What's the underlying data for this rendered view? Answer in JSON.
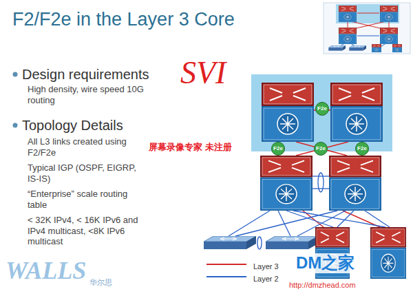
{
  "diagram": {
    "title": "F2/F2e in the Layer 3 Core",
    "nodes": [
      {
        "text": [
          "F2e"
        ]
      },
      {
        "text": [
          "F2e"
        ]
      },
      {
        "text": [
          "F2e"
        ]
      },
      {
        "text": [
          "F2e"
        ]
      }
    ],
    "labels": [
      "SVI",
      "Design requirements",
      "High density, wire speed 10G routing",
      "Topology Details",
      "All L3 links created using F2/F2e",
      "Typical IGP (OSPF, EIGRP, IS-IS)",
      "“Enterprise” scale routing table",
      "< 32K IPv4, < 16K IPv6 and IPv4 multicast, <8K IPv6 multicast",
      "屏幕录像专家 未注册",
      "WALLS",
      "华尔思",
      "DM之家",
      "http://dmzhead.com"
    ],
    "legend": [
      {
        "text": "Layer 3"
      },
      {
        "text": "Layer 2"
      }
    ]
  }
}
